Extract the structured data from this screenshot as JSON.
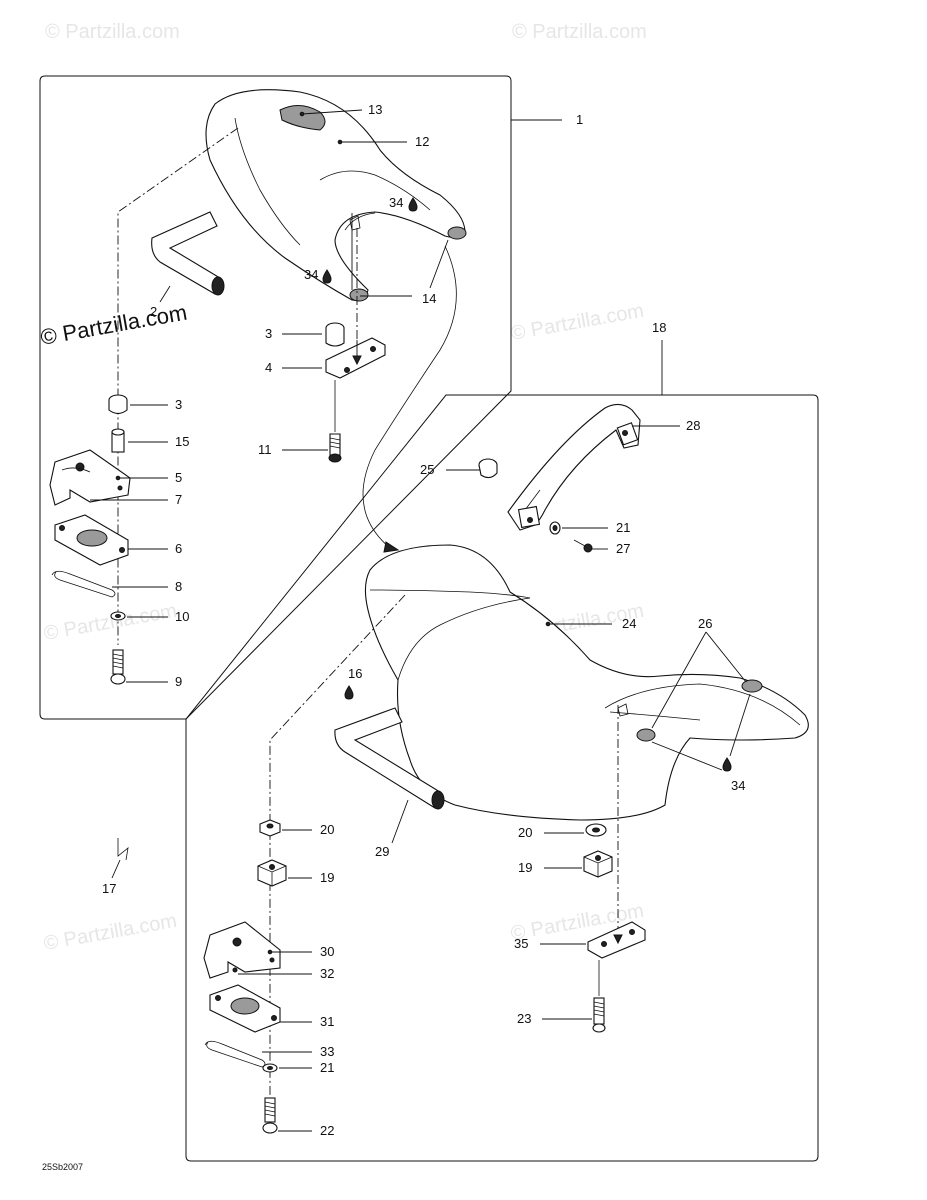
{
  "watermarks": {
    "top_left": "© Partzilla.com",
    "top_right": "© Partzilla.com",
    "mid_right": "© Partzilla.com",
    "center": "© Partzilla.com",
    "left_mid": "© Partzilla.com",
    "bottom_left": "© Partzilla.com",
    "bottom_right": "© Partzilla.com",
    "big": "© Partzilla.com"
  },
  "drawing_code": "25Sb2007",
  "callouts": {
    "c1": "1",
    "c2": "2",
    "c3a": "3",
    "c3b": "3",
    "c4": "4",
    "c5": "5",
    "c6": "6",
    "c7": "7",
    "c8": "8",
    "c9": "9",
    "c10": "10",
    "c11": "11",
    "c12": "12",
    "c13": "13",
    "c14": "14",
    "c15": "15",
    "c16": "16",
    "c17": "17",
    "c18": "18",
    "c19a": "19",
    "c19b": "19",
    "c20a": "20",
    "c20b": "20",
    "c21a": "21",
    "c21b": "21",
    "c22": "22",
    "c23": "23",
    "c24": "24",
    "c25": "25",
    "c26": "26",
    "c27": "27",
    "c28": "28",
    "c29": "29",
    "c30": "30",
    "c31": "31",
    "c32": "32",
    "c33": "33",
    "c34a": "34",
    "c34b": "34",
    "c34c": "34",
    "c35": "35"
  }
}
